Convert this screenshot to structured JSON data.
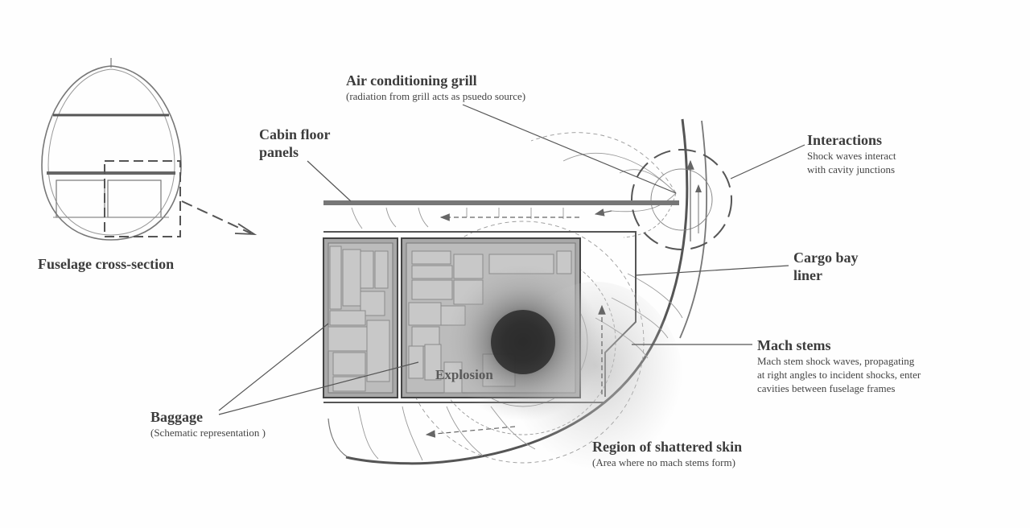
{
  "labels": {
    "air_conditioning": {
      "title": "Air conditioning grill",
      "note": "(radiation from grill acts as psuedo source)"
    },
    "cabin_floor": {
      "title": "Cabin floor\npanels"
    },
    "interactions": {
      "title": "Interactions",
      "note": "Shock waves interact\nwith cavity junctions"
    },
    "cargo_liner": {
      "title": "Cargo bay\nliner"
    },
    "mach_stems": {
      "title": "Mach stems",
      "note": "Mach  stem shock waves, propagating\nat right angles to incident shocks, enter\ncavities between fuselage frames"
    },
    "fuselage": {
      "title": "Fuselage cross-section"
    },
    "baggage": {
      "title": "Baggage",
      "note": "(Schematic  representation )"
    },
    "shattered_skin": {
      "title": "Region of shattered skin",
      "note": "(Area where no mach stems form)"
    },
    "explosion": {
      "title": "Explosion"
    }
  }
}
